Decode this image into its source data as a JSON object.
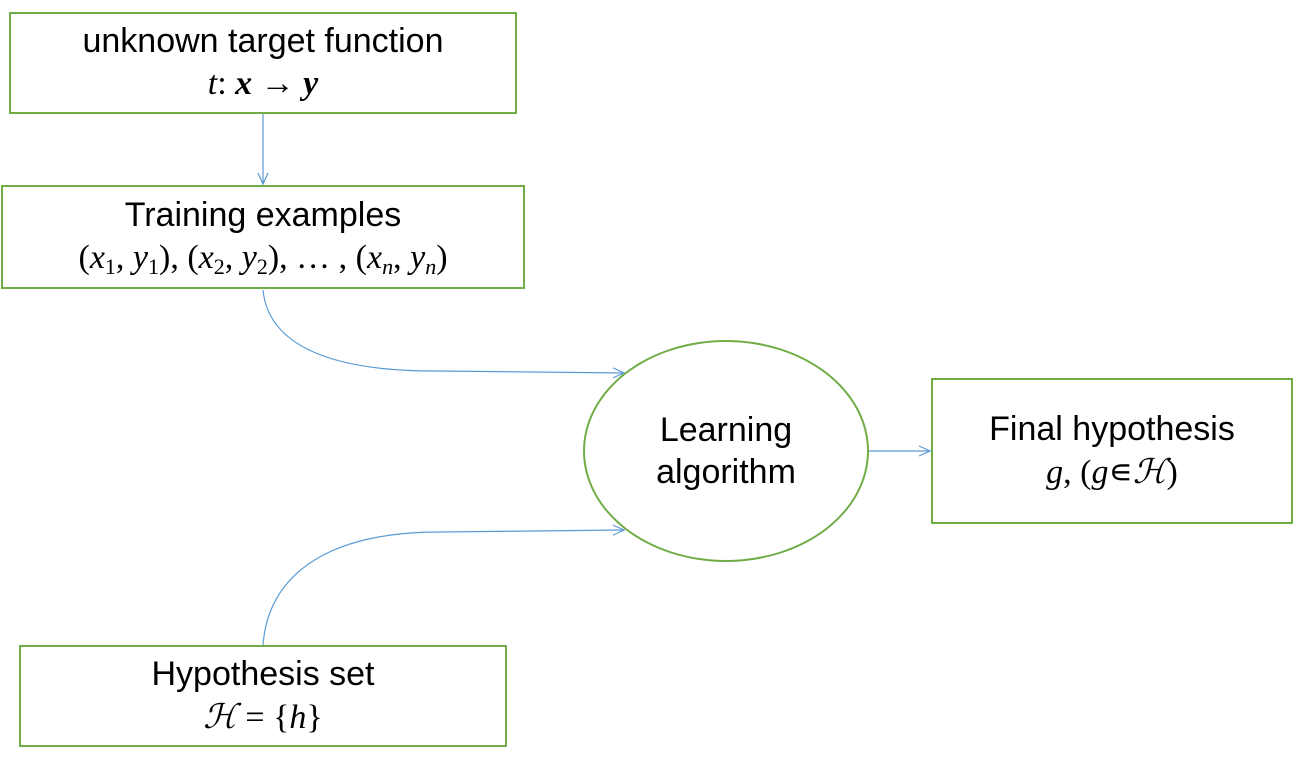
{
  "colors": {
    "node_border": "#70ad47",
    "connector": "#5b9bd5",
    "text": "#000000",
    "background": "#ffffff"
  },
  "nodes": {
    "target": {
      "title": "unknown target function",
      "math": "t: x → y"
    },
    "training": {
      "title": "Training examples",
      "math": "(x1, y1), (x2, y2), … , (xn, yn)"
    },
    "learning": {
      "line1": "Learning",
      "line2": "algorithm"
    },
    "final": {
      "title": "Final hypothesis",
      "math": "g, (g∊ℋ)"
    },
    "hypset": {
      "title": "Hypothesis set",
      "math": "ℋ = {h}"
    }
  },
  "edges": [
    {
      "from": "target",
      "to": "training"
    },
    {
      "from": "training",
      "to": "learning"
    },
    {
      "from": "hypset",
      "to": "learning"
    },
    {
      "from": "learning",
      "to": "final"
    }
  ]
}
